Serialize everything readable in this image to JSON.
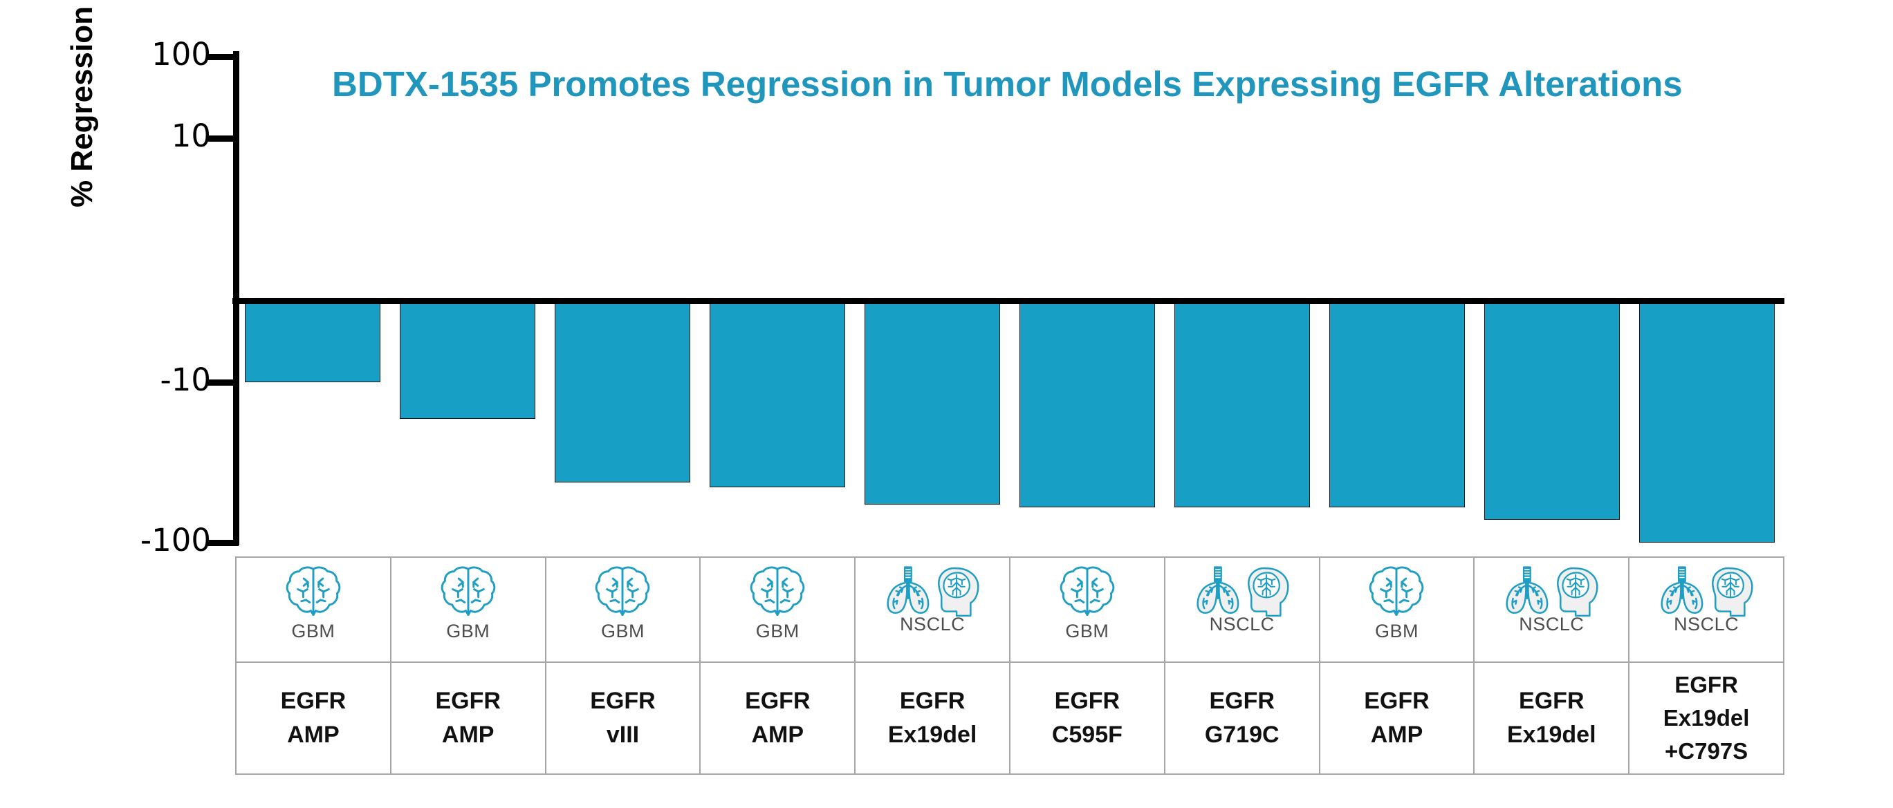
{
  "chart_data": {
    "type": "bar",
    "title": "BDTX-1535 Promotes Regression in Tumor Models Expressing EGFR Alterations",
    "xlabel": "",
    "ylabel": "% Regression",
    "yscale": "symlog",
    "ylim": [
      -100,
      100
    ],
    "yticks": [
      100,
      10,
      0,
      -10,
      -100
    ],
    "ytick_labels": [
      "100",
      "10",
      "",
      "-10",
      "-100"
    ],
    "grid": false,
    "legend": "none",
    "bar_color": "#179fc5",
    "categories": [
      "GBM EGFR AMP",
      "GBM EGFR AMP",
      "GBM EGFR vIII",
      "GBM EGFR AMP",
      "NSCLC EGFR Ex19del",
      "GBM EGFR C595F",
      "NSCLC EGFR G719C",
      "GBM EGFR AMP",
      "NSCLC EGFR Ex19del",
      "NSCLC EGFR Ex19del +C797S"
    ],
    "values": [
      -10,
      -17,
      -42,
      -45,
      -58,
      -60,
      -60,
      -60,
      -72,
      -100
    ]
  },
  "title": {
    "text": "BDTX-1535 Promotes Regression in Tumor Models Expressing EGFR Alterations",
    "color": "#2196bd"
  },
  "axis": {
    "y_label": "% Regression",
    "ticks": [
      {
        "label": "100",
        "value": 100
      },
      {
        "label": "10",
        "value": 10
      },
      {
        "label": "-10",
        "value": -10
      },
      {
        "label": "-100",
        "value": -100
      }
    ]
  },
  "table": {
    "columns": [
      {
        "icon": "brain-icon",
        "tumor_type": "GBM",
        "alteration": [
          "EGFR",
          "AMP"
        ]
      },
      {
        "icon": "brain-icon",
        "tumor_type": "GBM",
        "alteration": [
          "EGFR",
          "AMP"
        ]
      },
      {
        "icon": "brain-icon",
        "tumor_type": "GBM",
        "alteration": [
          "EGFR",
          "vIII"
        ]
      },
      {
        "icon": "brain-icon",
        "tumor_type": "GBM",
        "alteration": [
          "EGFR",
          "AMP"
        ]
      },
      {
        "icon": "lung-head-icon",
        "tumor_type": "NSCLC",
        "alteration": [
          "EGFR",
          "Ex19del"
        ]
      },
      {
        "icon": "brain-icon",
        "tumor_type": "GBM",
        "alteration": [
          "EGFR",
          "C595F"
        ]
      },
      {
        "icon": "lung-head-icon",
        "tumor_type": "NSCLC",
        "alteration": [
          "EGFR",
          "G719C"
        ]
      },
      {
        "icon": "brain-icon",
        "tumor_type": "GBM",
        "alteration": [
          "EGFR",
          "AMP"
        ]
      },
      {
        "icon": "lung-head-icon",
        "tumor_type": "NSCLC",
        "alteration": [
          "EGFR",
          "Ex19del"
        ]
      },
      {
        "icon": "lung-head-icon",
        "tumor_type": "NSCLC",
        "alteration": [
          "EGFR",
          "Ex19del",
          "+C797S"
        ]
      }
    ]
  },
  "colors": {
    "accent": "#179fc5",
    "title": "#2196bd",
    "tumor_label": "#4d4d4d",
    "grid_border": "#a6a6a6"
  }
}
